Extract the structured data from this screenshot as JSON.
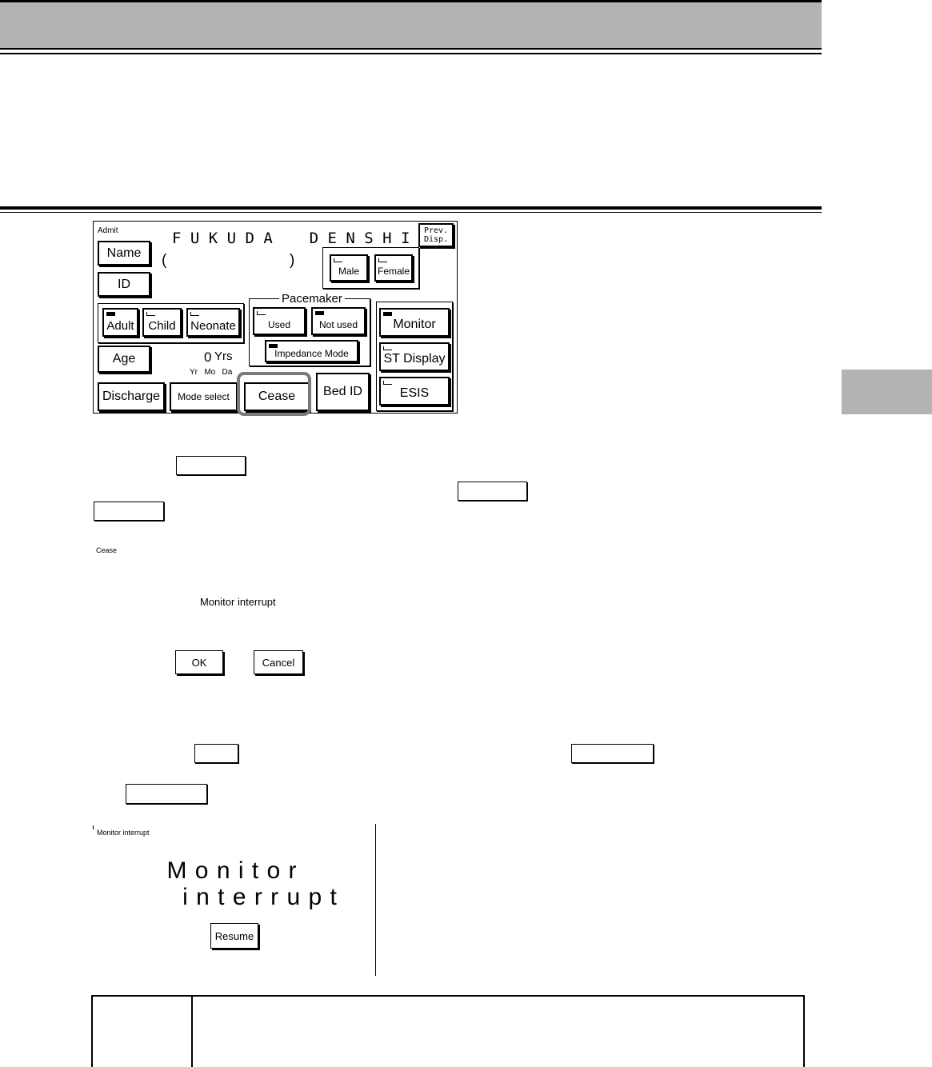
{
  "admit_screen": {
    "title": "Admit",
    "patient_name": "F U K U D A    D E N S H I",
    "name_paren_open": "(",
    "name_paren_close": ")",
    "prev_disp": "Prev.\nDisp.",
    "name_btn": "Name",
    "id_btn": "ID",
    "male_btn": "Male",
    "female_btn": "Female",
    "adult_btn": "Adult",
    "child_btn": "Child",
    "neonate_btn": "Neonate",
    "pacemaker_label": "Pacemaker",
    "used_btn": "Used",
    "not_used_btn": "Not used",
    "impedance_btn": "Impedance Mode",
    "monitor_btn": "Monitor",
    "st_display_btn": "ST Display",
    "esis_btn": "ESIS",
    "age_btn": "Age",
    "age_value": "0",
    "age_unit": "Yrs",
    "age_scale": "Yr   Mo   Da",
    "discharge_btn": "Discharge",
    "mode_select_btn": "Mode select",
    "cease_btn": "Cease",
    "bed_id_btn": "Bed ID"
  },
  "cease_dialog": {
    "title": "Cease",
    "message": "Monitor interrupt",
    "ok_btn": "OK",
    "cancel_btn": "Cancel"
  },
  "interrupt_screen": {
    "title": "Monitor interrupt",
    "big_line1": "M o n i t o r",
    "big_line2": "i n t e r r u p t",
    "resume_btn": "Resume"
  }
}
